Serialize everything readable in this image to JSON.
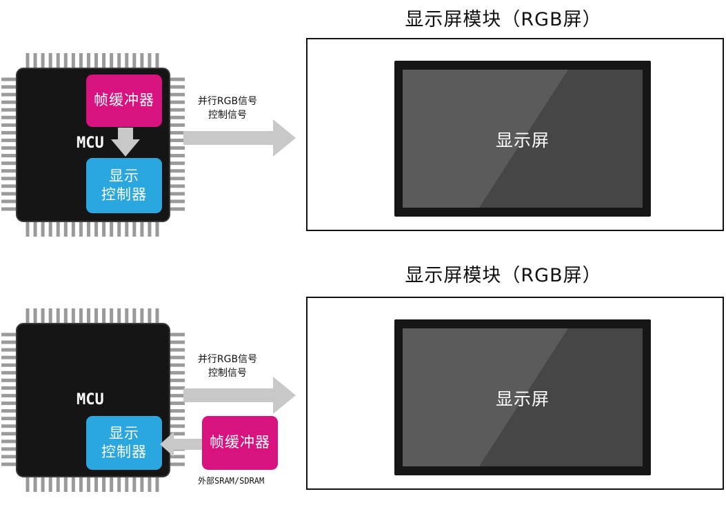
{
  "top": {
    "module_title": "显示屏模块（RGB屏）",
    "screen_label": "显示屏",
    "mcu_label": "MCU",
    "frame_buffer": "帧缓冲器",
    "controller_line1": "显示",
    "controller_line2": "控制器",
    "signal_line1": "并行RGB信号",
    "signal_line2": "控制信号"
  },
  "bottom": {
    "module_title": "显示屏模块（RGB屏）",
    "screen_label": "显示屏",
    "mcu_label": "MCU",
    "frame_buffer": "帧缓冲器",
    "controller_line1": "显示",
    "controller_line2": "控制器",
    "signal_line1": "并行RGB信号",
    "signal_line2": "控制信号",
    "external_memory": "外部SRAM/SDRAM"
  },
  "colors": {
    "frame_buffer": "#d8127f",
    "controller": "#2aa7df",
    "arrow": "#c8c8c8",
    "chip_body": "#151515",
    "pin": "#9a9a9a"
  }
}
